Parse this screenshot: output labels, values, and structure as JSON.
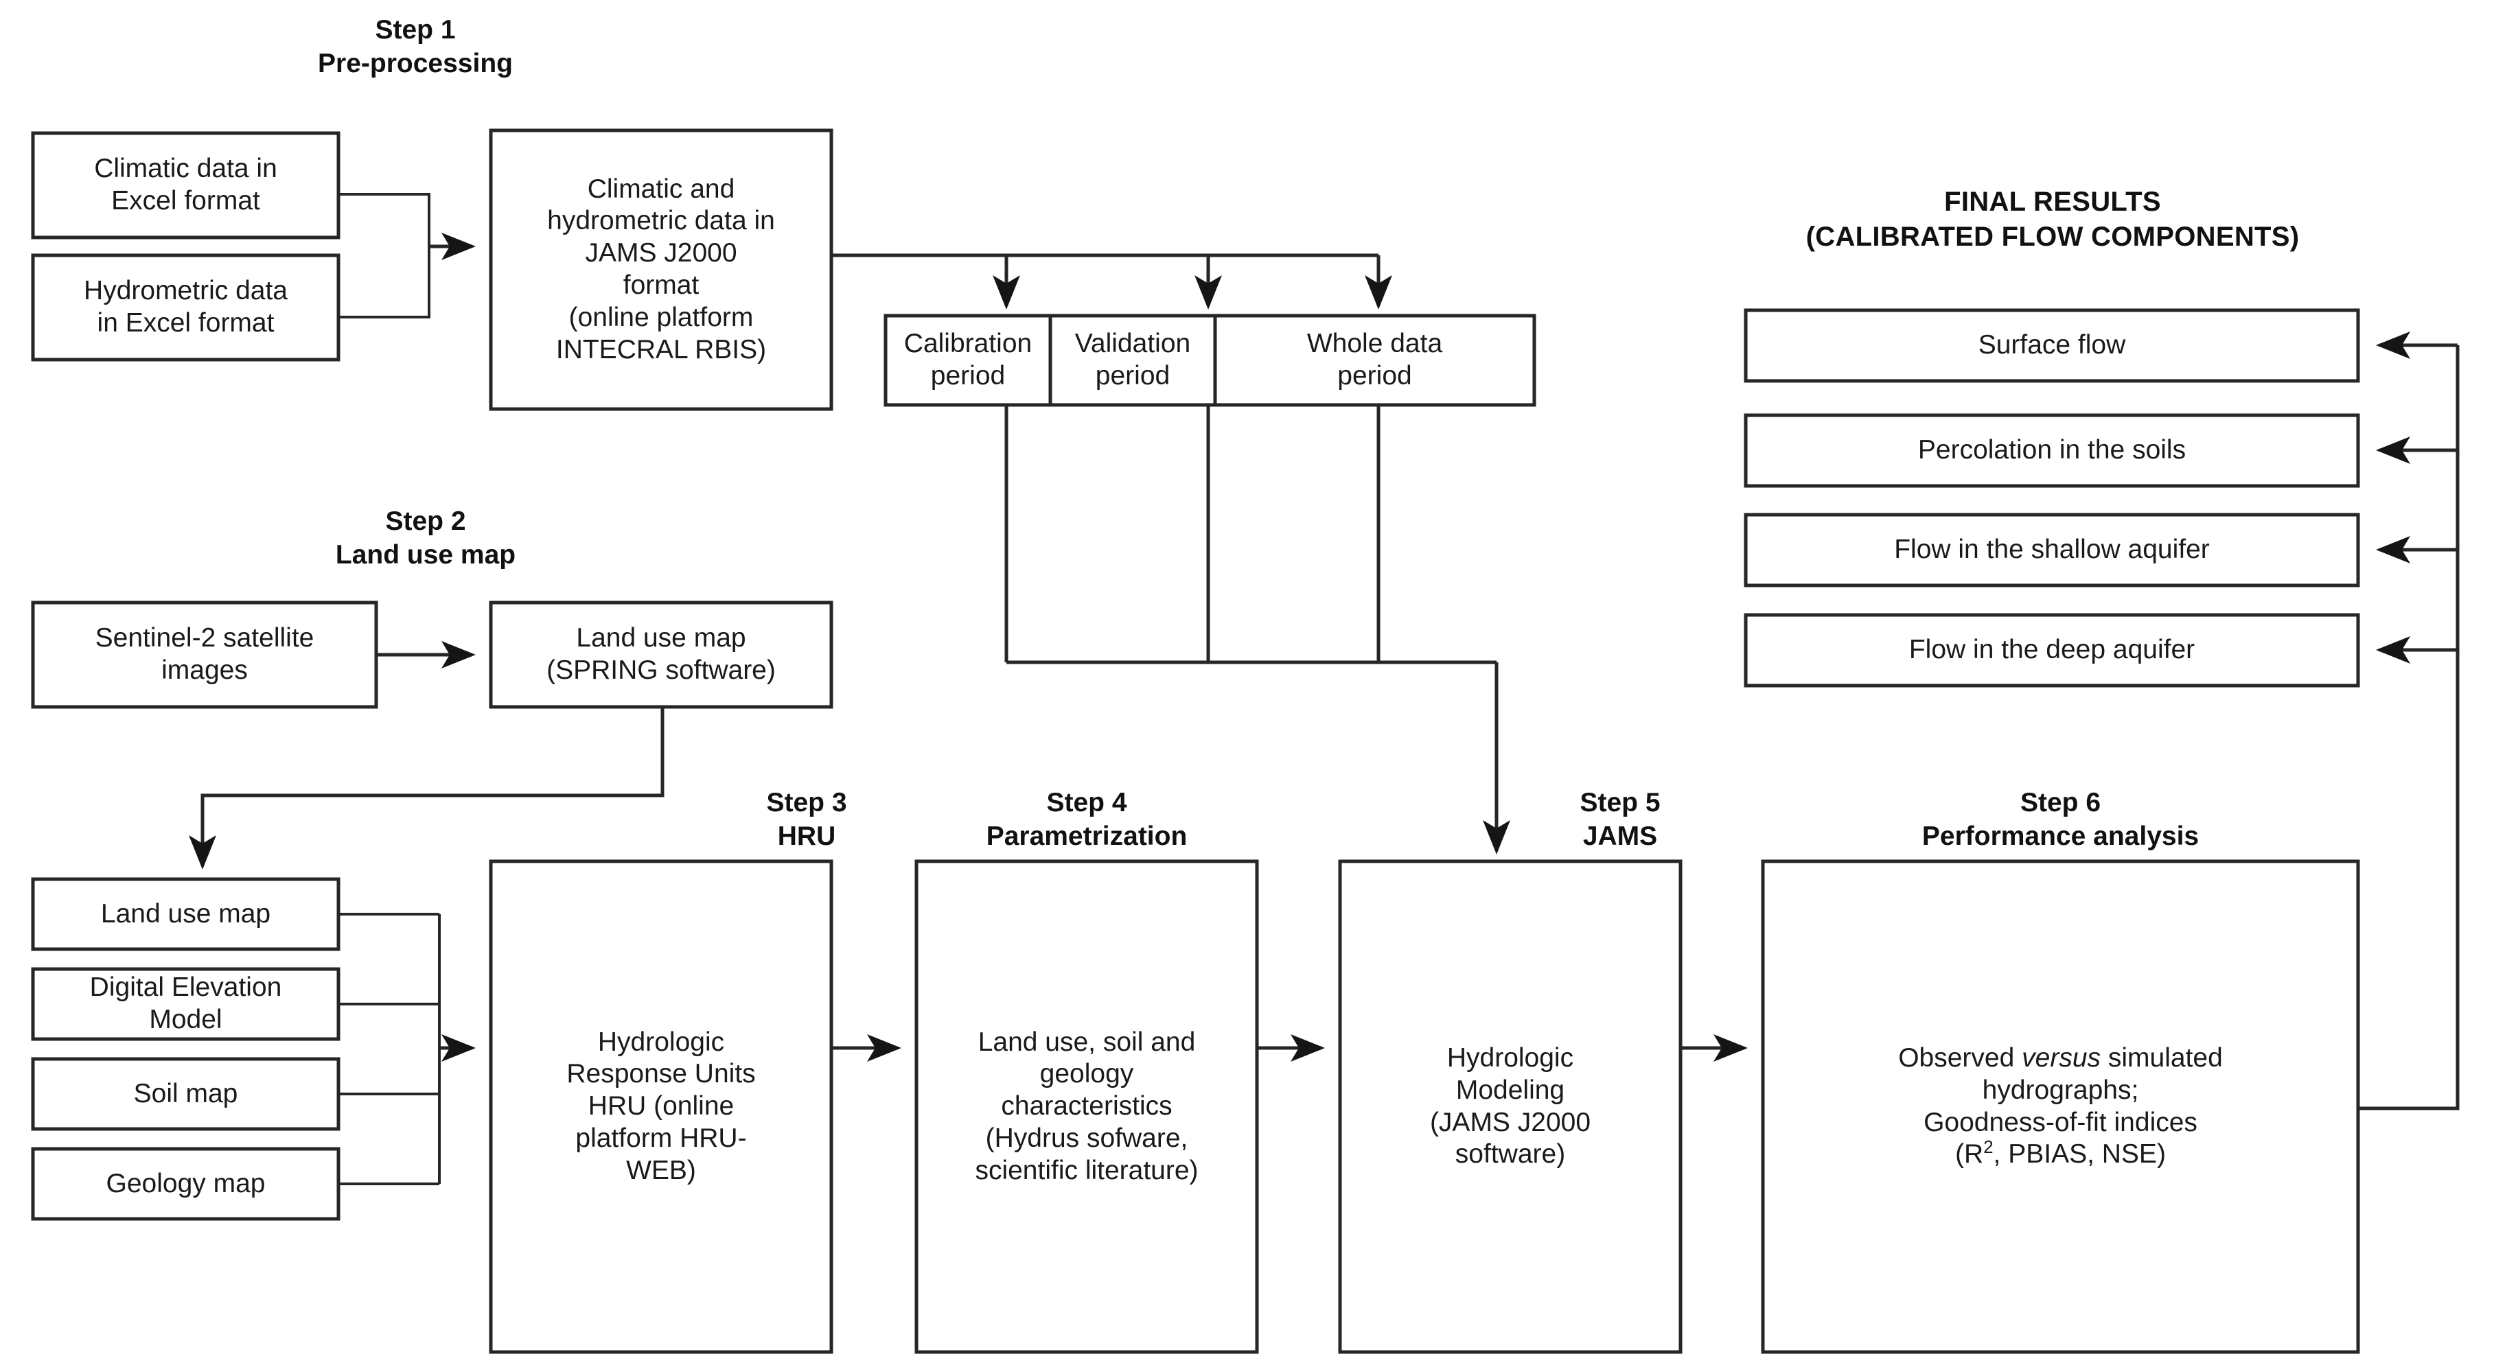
{
  "diagram": {
    "title_hidden": "",
    "steps": [
      {
        "id": "step1",
        "number": "Step 1",
        "name": "Pre-processing"
      },
      {
        "id": "step2",
        "number": "Step 2",
        "name": "Land use map"
      },
      {
        "id": "step3",
        "number": "Step 3",
        "name": "HRU"
      },
      {
        "id": "step4",
        "number": "Step 4",
        "name": "Parametrization"
      },
      {
        "id": "step5",
        "number": "Step 5",
        "name": "JAMS"
      },
      {
        "id": "step6",
        "number": "Step 6",
        "name": "Performance analysis"
      }
    ],
    "results_header_line1": "FINAL RESULTS",
    "results_header_line2": "(CALIBRATED FLOW COMPONENTS)",
    "nodes": {
      "climatic_data": "Climatic data in\nExcel format",
      "hydrometric_data": "Hydrometric data\nin Excel format",
      "jams_format": "Climatic and\nhydrometric data in\nJAMS J2000\nformat\n(online platform\nINTECRAL RBIS)",
      "calibration_period": "Calibration\nperiod",
      "validation_period": "Validation\nperiod",
      "whole_data_period": "Whole data\nperiod",
      "sentinel_images": "Sentinel-2 satellite\nimages",
      "land_use_map_spring": "Land use map\n(SPRING software)",
      "land_use_map": "Land use map",
      "dem": "Digital Elevation\nModel",
      "soil_map": "Soil map",
      "geology_map": "Geology map",
      "hru": "Hydrologic\nResponse Units\nHRU (online\nplatform HRU-\nWEB)",
      "parametrization": "Land use, soil and\ngeology\ncharacteristics\n(Hydrus sofware,\nscientific literature)",
      "jams_modeling": "Hydrologic\nModeling\n(JAMS J2000\nsoftware)",
      "performance_l1": "Observed ",
      "performance_l1_it": "versus",
      "performance_l1b": " simulated",
      "performance_l2": "hydrographs;",
      "performance_l3": "Goodness-of-fit indices",
      "performance_l4a": "(R",
      "performance_l4sup": "2",
      "performance_l4b": ", PBIAS, NSE)"
    },
    "results": [
      {
        "id": "surface-flow",
        "label": "Surface flow"
      },
      {
        "id": "percolation-soils",
        "label": "Percolation in the soils"
      },
      {
        "id": "flow-shallow-aquifer",
        "label": "Flow in the shallow aquifer"
      },
      {
        "id": "flow-deep-aquifer",
        "label": "Flow in the deep aquifer"
      }
    ],
    "colors": {
      "stroke": "#262626",
      "background": "#ffffff",
      "text": "#1a1a1a"
    }
  }
}
